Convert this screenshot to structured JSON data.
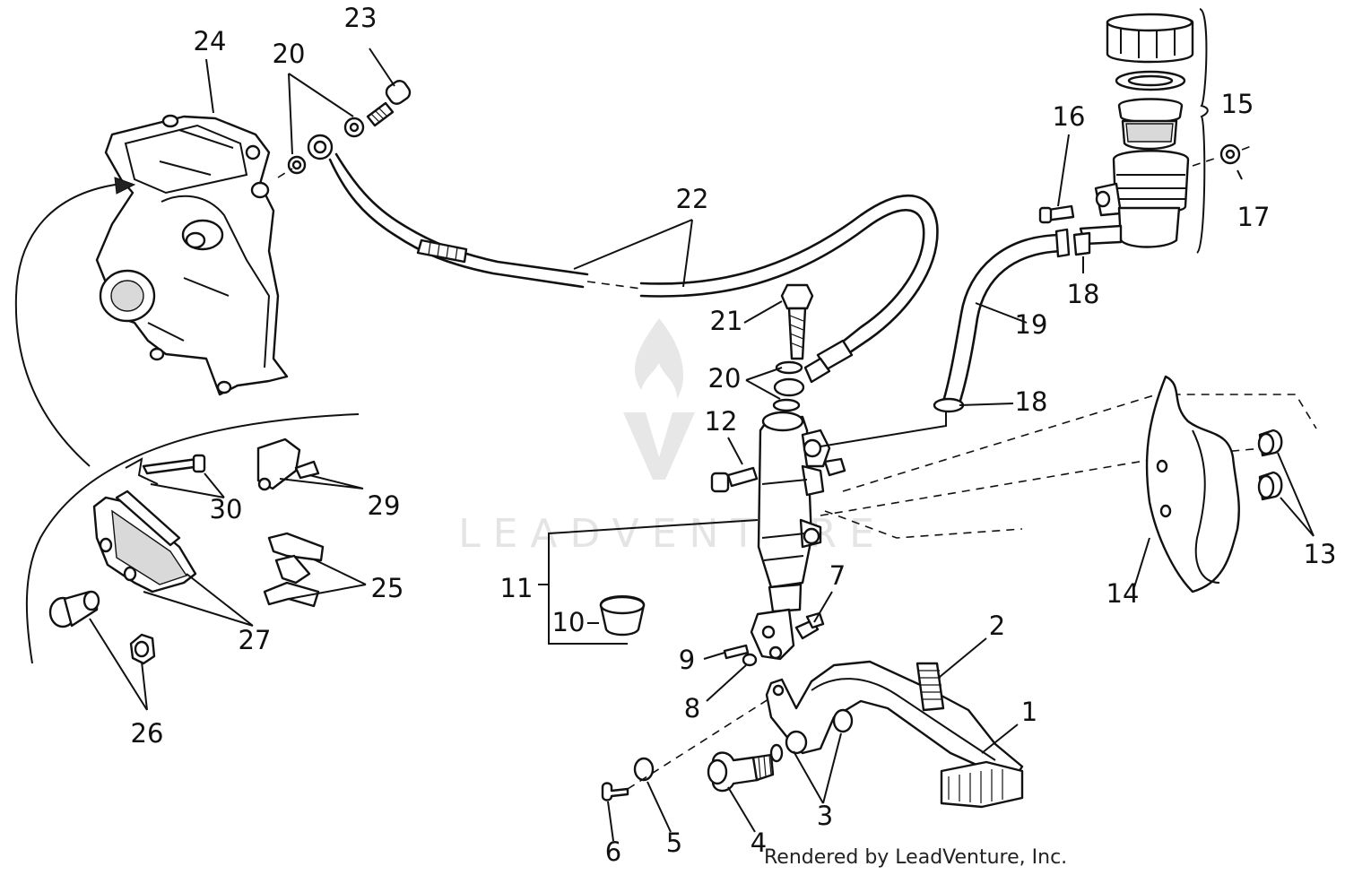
{
  "diagram": {
    "callouts": [
      {
        "id": "1",
        "text": "1"
      },
      {
        "id": "2",
        "text": "2"
      },
      {
        "id": "3",
        "text": "3"
      },
      {
        "id": "4",
        "text": "4"
      },
      {
        "id": "5",
        "text": "5"
      },
      {
        "id": "6",
        "text": "6"
      },
      {
        "id": "7",
        "text": "7"
      },
      {
        "id": "8",
        "text": "8"
      },
      {
        "id": "9",
        "text": "9"
      },
      {
        "id": "10",
        "text": "10"
      },
      {
        "id": "11",
        "text": "11"
      },
      {
        "id": "12",
        "text": "12"
      },
      {
        "id": "13",
        "text": "13"
      },
      {
        "id": "14",
        "text": "14"
      },
      {
        "id": "15",
        "text": "15"
      },
      {
        "id": "16",
        "text": "16"
      },
      {
        "id": "17",
        "text": "17"
      },
      {
        "id": "18a",
        "text": "18"
      },
      {
        "id": "18b",
        "text": "18"
      },
      {
        "id": "19",
        "text": "19"
      },
      {
        "id": "20a",
        "text": "20"
      },
      {
        "id": "20b",
        "text": "20"
      },
      {
        "id": "21",
        "text": "21"
      },
      {
        "id": "22",
        "text": "22"
      },
      {
        "id": "23",
        "text": "23"
      },
      {
        "id": "24",
        "text": "24"
      },
      {
        "id": "25",
        "text": "25"
      },
      {
        "id": "26",
        "text": "26"
      },
      {
        "id": "27",
        "text": "27"
      },
      {
        "id": "29",
        "text": "29"
      },
      {
        "id": "30",
        "text": "30"
      }
    ]
  },
  "watermark": {
    "text": "LEADVENTURE"
  },
  "footer": {
    "text": "Rendered by LeadVenture, Inc."
  }
}
